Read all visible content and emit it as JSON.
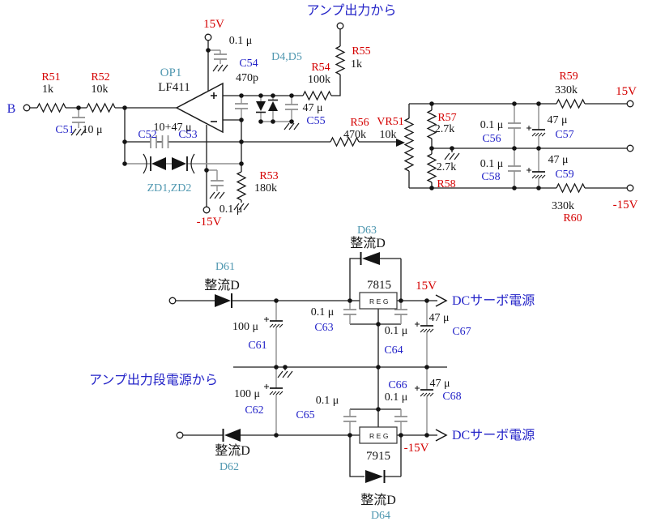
{
  "meta": {
    "type": "circuit-schematic",
    "colors": {
      "designator_red": "#d40000",
      "capacitor_blue": "#2424c8",
      "semiconductor_teal": "#4f97b0",
      "wire_black": "#1a1a1a",
      "wire_gray": "#8f8f8f",
      "background": "#ffffff"
    }
  },
  "upper": {
    "input_label": "B",
    "r51": {
      "ref": "R51",
      "val": "1k"
    },
    "r52": {
      "ref": "R52",
      "val": "10k"
    },
    "r53": {
      "ref": "R53",
      "val": "180k"
    },
    "r54": {
      "ref": "R54",
      "val": "100k"
    },
    "r55": {
      "ref": "R55",
      "val": "1k"
    },
    "r56": {
      "ref": "R56",
      "val": "470k"
    },
    "r57": {
      "ref": "R57",
      "val": "2.7k"
    },
    "r58": {
      "ref": "R58",
      "val": "2.7k"
    },
    "r59": {
      "ref": "R59",
      "val": "330k"
    },
    "r60": {
      "ref": "R60",
      "val": "330k"
    },
    "vr51": {
      "ref": "VR51",
      "val": "10k"
    },
    "c51": {
      "ref": "C51",
      "val": "10 μ"
    },
    "c52": {
      "ref": "C52"
    },
    "c53": {
      "ref": "C53"
    },
    "fb_caps_val": "10+47 μ",
    "c54": {
      "ref": "C54",
      "val": "470p"
    },
    "c55": {
      "ref": "C55",
      "val": "47 μ"
    },
    "c56": {
      "ref": "C56",
      "val": "0.1 μ"
    },
    "c57": {
      "ref": "C57",
      "val": "47 μ"
    },
    "c58": {
      "ref": "C58",
      "val": "0.1 μ"
    },
    "c59": {
      "ref": "C59",
      "val": "47 μ"
    },
    "opamp": {
      "ref": "OP1",
      "val": "LF411"
    },
    "zd": {
      "ref": "ZD1,ZD2"
    },
    "d45": {
      "ref": "D4,D5"
    },
    "bypass_pos_val": "0.1 μ",
    "bypass_neg_val": "0.1 μ",
    "supply_pos": "15V",
    "supply_neg": "-15V",
    "from_amp_output": "アンプ出力から",
    "out_pos": "15V",
    "out_neg": "-15V"
  },
  "lower": {
    "d61": {
      "ref": "D61",
      "label": "整流D"
    },
    "d62": {
      "ref": "D62",
      "label": "整流D"
    },
    "d63": {
      "ref": "D63",
      "label": "整流D"
    },
    "d64": {
      "ref": "D64",
      "label": "整流D"
    },
    "reg_pos": {
      "part": "7815",
      "box": "REG"
    },
    "reg_neg": {
      "part": "7915",
      "box": "REG"
    },
    "c61": {
      "ref": "C61",
      "val": "100 μ"
    },
    "c62": {
      "ref": "C62",
      "val": "100 μ"
    },
    "c63": {
      "ref": "C63",
      "val": "0.1 μ"
    },
    "c64": {
      "ref": "C64",
      "val": "0.1 μ"
    },
    "c65": {
      "ref": "C65",
      "val": "0.1 μ"
    },
    "c66": {
      "ref": "C66",
      "val": "0.1 μ"
    },
    "c67": {
      "ref": "C67",
      "val": "47 μ"
    },
    "c68": {
      "ref": "C68",
      "val": "47 μ"
    },
    "out_pos": {
      "v": "15V",
      "label": "DCサーボ電源"
    },
    "out_neg": {
      "v": "-15V",
      "label": "DCサーボ電源"
    },
    "from_amp_stage": "アンプ出力段電源から"
  }
}
